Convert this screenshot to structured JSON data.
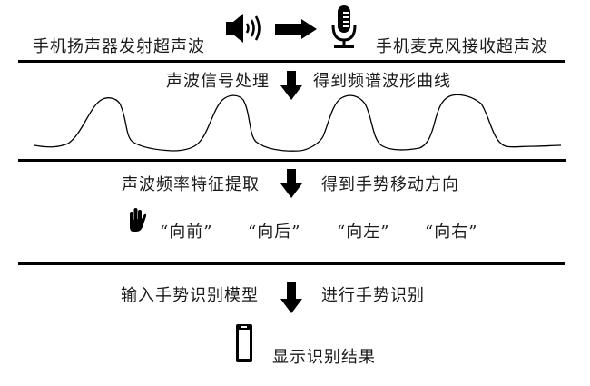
{
  "stage1": {
    "left_label": "手机扬声器发射超声波",
    "right_label": "手机麦克风接收超声波",
    "icons": [
      "speaker-icon",
      "right-arrow-icon",
      "microphone-icon"
    ]
  },
  "stage2": {
    "left_label": "声波信号处理",
    "right_label": "得到频谱波形曲线",
    "waveform": {
      "type": "line",
      "peaks": 4,
      "description": "spectrum waveform curve"
    }
  },
  "stage3": {
    "left_label": "声波频率特征提取",
    "right_label": "得到手势移动方向",
    "gestures": [
      "“向前”",
      "“向后”",
      "“向左”",
      "“向右”"
    ],
    "icon": "hand-icon"
  },
  "stage4": {
    "left_label": "输入手势识别模型",
    "right_label": "进行手势识别",
    "result_label": "显示识别结果",
    "icon": "phone-icon"
  },
  "colors": {
    "ink": "#000000",
    "text": "#1a1a1a",
    "background": "#ffffff"
  }
}
